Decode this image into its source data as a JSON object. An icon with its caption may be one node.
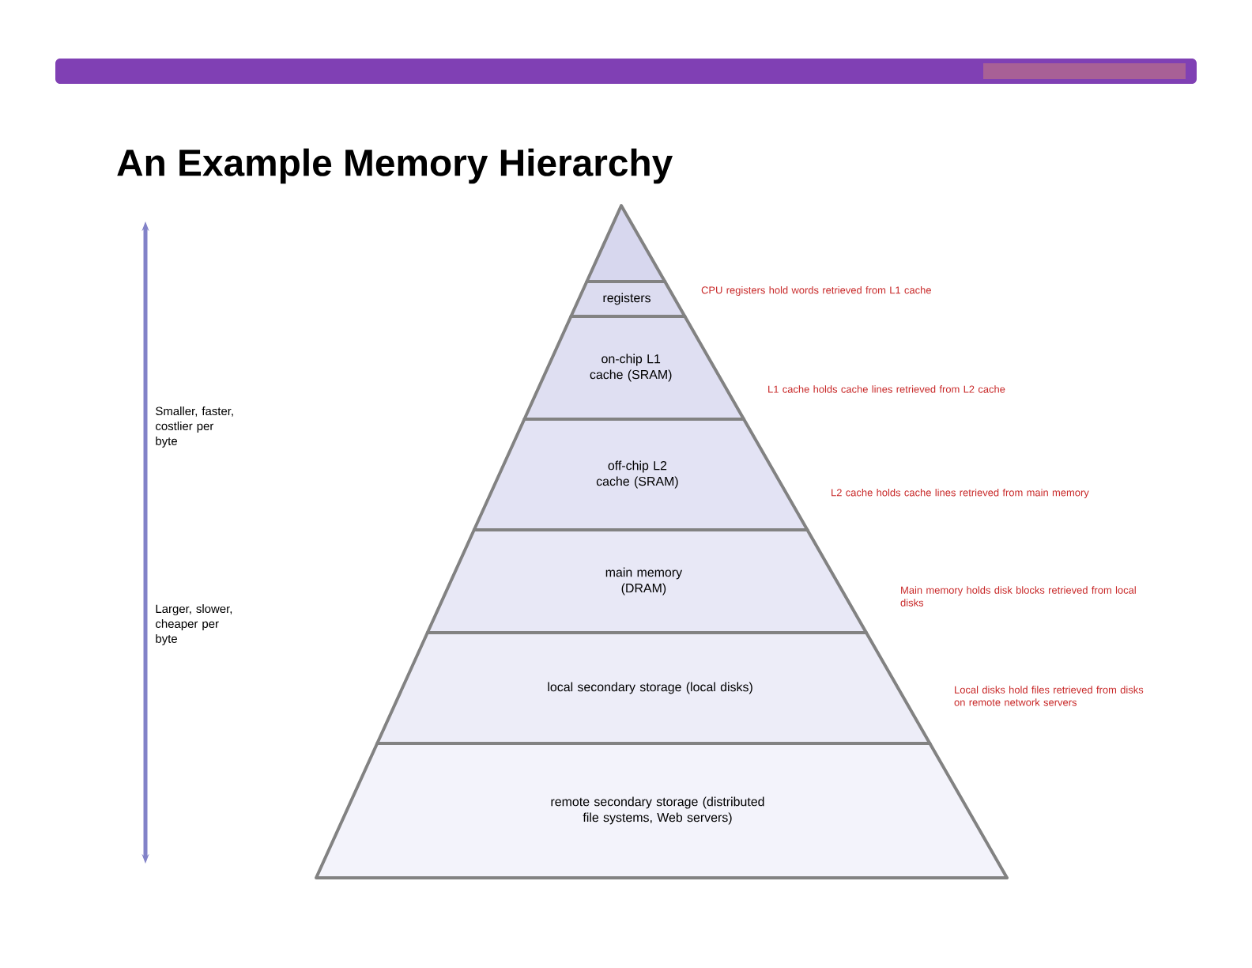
{
  "diagram": {
    "title": "An Example Memory Hierarchy",
    "nodes": [
      {
        "text": [
          "registers"
        ],
        "beside": [
          "CPU registers hold words retrieved from L1 cache"
        ]
      },
      {
        "text": [
          "on-chip L1 cache (SRAM)"
        ],
        "beside": [
          "L1 cache holds cache lines retrieved from L2 cache"
        ]
      },
      {
        "text": [
          "off-chip L2 cache (SRAM)"
        ],
        "beside": [
          "L2 cache holds cache lines retrieved from main memory"
        ]
      },
      {
        "text": [
          "main memory (DRAM)"
        ],
        "beside": [
          "Main memory holds disk blocks retrieved from local disks"
        ]
      },
      {
        "text": [
          "local secondary storage (local disks)"
        ],
        "beside": [
          "Local disks hold files retrieved from disks on remote network servers"
        ]
      },
      {
        "text": [
          "remote secondary storage (distributed file systems, Web servers)"
        ]
      }
    ],
    "labels": [
      "Smaller, faster, costlier per byte",
      "Larger, slower, cheaper per byte"
    ]
  }
}
